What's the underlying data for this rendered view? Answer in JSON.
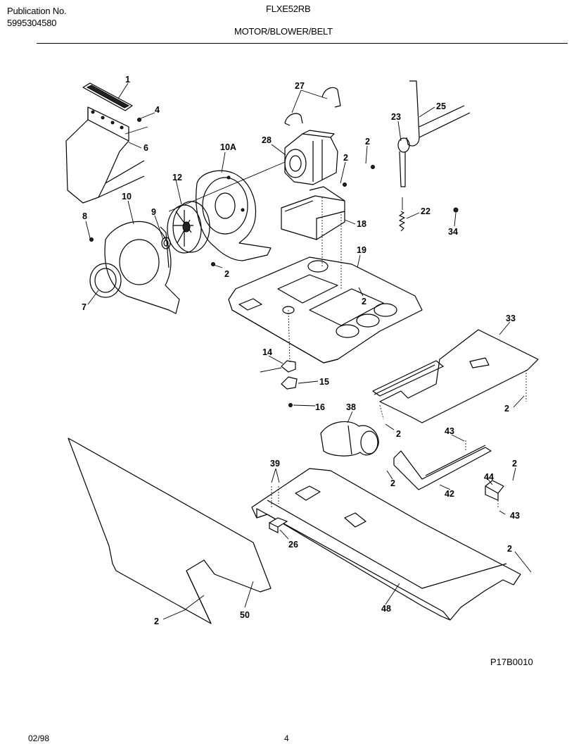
{
  "header": {
    "publication_label": "Publication No.",
    "publication_number": "5995304580",
    "model": "FLXE52RB",
    "section_title": "MOTOR/BLOWER/BELT"
  },
  "callouts": {
    "c1": "1",
    "c4": "4",
    "c6": "6",
    "c10a": "10A",
    "c12": "12",
    "c10": "10",
    "c8": "8",
    "c9": "9",
    "c7": "7",
    "c2_blower": "2",
    "c27": "27",
    "c28": "28",
    "c2_motor_a": "2",
    "c2_motor_b": "2",
    "c23": "23",
    "c25": "25",
    "c22": "22",
    "c34": "34",
    "c18": "18",
    "c19": "19",
    "c2_base": "2",
    "c14": "14",
    "c15": "15",
    "c16": "16",
    "c33": "33",
    "c2_panel": "2",
    "c38": "38",
    "c2_duct": "2",
    "c43_top": "43",
    "c39": "39",
    "c2_bracket": "2",
    "c42": "42",
    "c44": "44",
    "c2_clip": "2",
    "c43_bottom": "43",
    "c26": "26",
    "c2_rail": "2",
    "c48": "48",
    "c2_panel50": "2",
    "c50": "50"
  },
  "footer": {
    "drawing_id": "P17B0010",
    "date": "02/98",
    "page": "4"
  }
}
